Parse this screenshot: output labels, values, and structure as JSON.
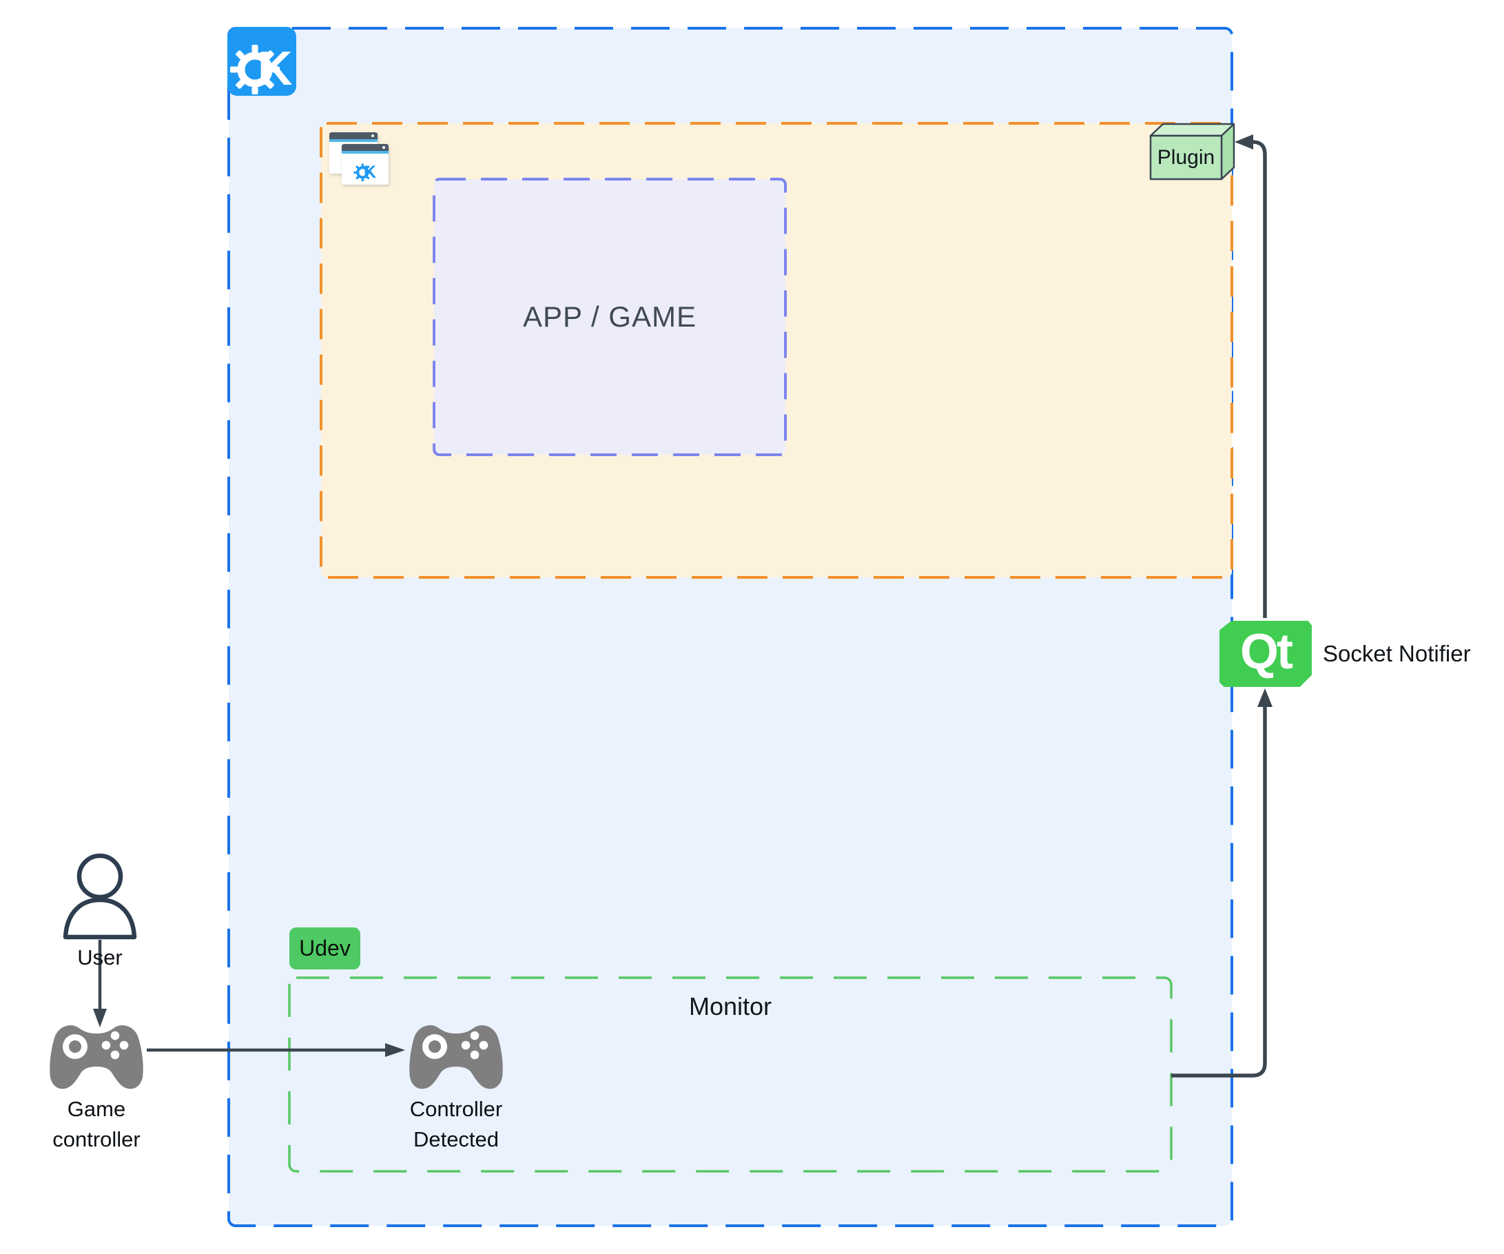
{
  "labels": {
    "app_game": "APP / GAME",
    "plugin": "Plugin",
    "qt_logo_text": "Qt",
    "socket_notifier": "Socket Notifier",
    "udev": "Udev",
    "monitor": "Monitor",
    "user": "User",
    "game_controller": [
      "Game",
      "controller"
    ],
    "controller_detected": [
      "Controller",
      "Detected"
    ],
    "kde_logo_letter": "K"
  },
  "colors": {
    "kde_blue": "#1D99F3",
    "container_border": "#1A73E8",
    "container_fill": "#EAF2FD",
    "host_border": "#F2912D",
    "host_fill": "#FDF3DD",
    "app_game_border": "#7D85EE",
    "app_game_fill": "#EDEDF9",
    "monitor_border": "#57C864",
    "udev_badge": "#4EC963",
    "qt_green": "#41CD52",
    "plugin_fill": "#B9E8BD",
    "connector_dark": "#3B4651",
    "controller_gray": "#7F7F7F",
    "user_stroke": "#2E3D4F"
  },
  "icons": {
    "kde_logo": "kde-gear-k-icon",
    "kde_window": "kde-window-icon",
    "qt": "qt-logo-icon",
    "user": "person-icon",
    "gamepad": "gamepad-icon",
    "plugin": "plugin-3d-box"
  }
}
